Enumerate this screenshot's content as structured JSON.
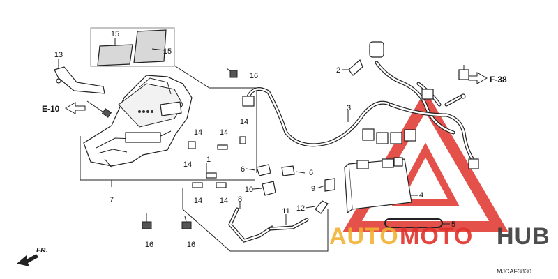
{
  "labels": {
    "l1": "1",
    "l2": "2",
    "l3": "3",
    "l4": "4",
    "l5": "5",
    "l6a": "6",
    "l6b": "6",
    "l7": "7",
    "l8": "8",
    "l9": "9",
    "l10": "10",
    "l11": "11",
    "l12": "12",
    "l13": "13",
    "l14a": "14",
    "l14b": "14",
    "l14c": "14",
    "l14d": "14",
    "l14e": "14",
    "l14f": "14",
    "l15a": "15",
    "l15b": "15",
    "l16a": "16",
    "l16b": "16",
    "l16c": "16"
  },
  "refs": {
    "e10": "E-10",
    "f38": "F-38"
  },
  "front_label": "FR.",
  "diagram_code": "MJCAF3830",
  "watermark": {
    "auto": "AUTO",
    "moto": "MOTO",
    "hub": "HUB",
    "color_accent": "#e0332c",
    "color_auto": "#f2b233",
    "color_hub": "#3a3a3a"
  }
}
